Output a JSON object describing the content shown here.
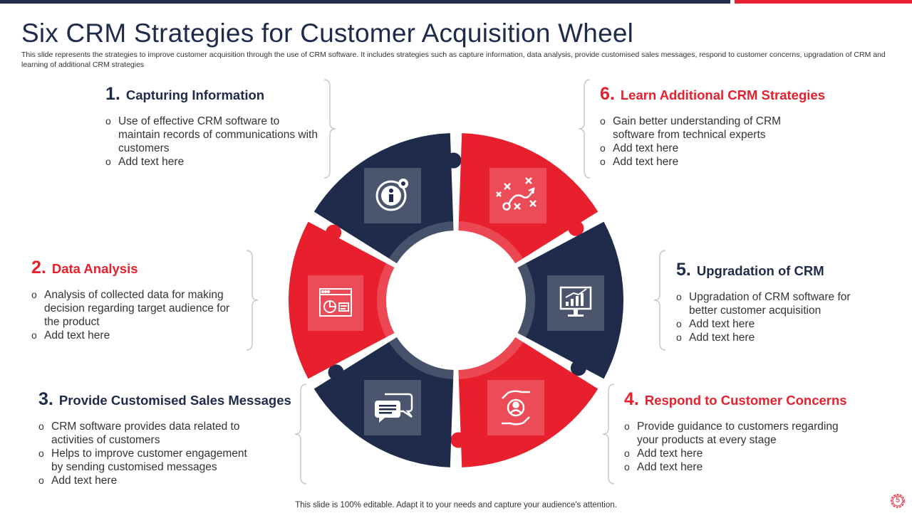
{
  "title": "Six CRM Strategies for Customer Acquisition Wheel",
  "subtitle": "This slide represents the strategies to improve customer acquisition through the use of CRM software. It includes strategies such as capture information, data analysis, provide customised sales messages, respond to customer concerns, upgradation of CRM and learning of additional CRM strategies",
  "bullet_glyph": "o",
  "colors": {
    "navy": "#1e2b4a",
    "red": "#e8202e",
    "connector": "#c8c8c8"
  },
  "strategies": [
    {
      "num": "1.",
      "title": "Capturing Information",
      "color": "navy",
      "icon": "info-icon",
      "items": [
        "Use of effective CRM software to maintain records of communications with customers",
        "Add text here"
      ]
    },
    {
      "num": "2.",
      "title": "Data Analysis",
      "color": "red",
      "icon": "analytics-dashboard-icon",
      "items": [
        "Analysis of collected data for making decision regarding target audience for the product",
        "Add text here"
      ]
    },
    {
      "num": "3.",
      "title": "Provide Customised Sales Messages",
      "color": "navy",
      "icon": "chat-bubbles-icon",
      "items": [
        "CRM software provides data related to activities of customers",
        "Helps to improve customer engagement by sending customised messages",
        "Add text here"
      ]
    },
    {
      "num": "4.",
      "title": "Respond to Customer Concerns",
      "color": "red",
      "icon": "customer-care-hands-icon",
      "items": [
        "Provide guidance to customers regarding your products at every stage",
        "Add text here",
        "Add text here"
      ]
    },
    {
      "num": "5.",
      "title": "Upgradation of CRM",
      "color": "navy",
      "icon": "monitor-chart-icon",
      "items": [
        "Upgradation of CRM software for better customer acquisition",
        "Add text here",
        "Add text here"
      ]
    },
    {
      "num": "6.",
      "title": "Learn Additional CRM Strategies",
      "color": "red",
      "icon": "strategy-play-icon",
      "items": [
        "Gain better understanding of CRM software from technical experts",
        "Add text here",
        "Add text here"
      ]
    }
  ],
  "footer": "This slide is 100% editable. Adapt it to your needs and capture your audience's attention.",
  "page_number": "5"
}
